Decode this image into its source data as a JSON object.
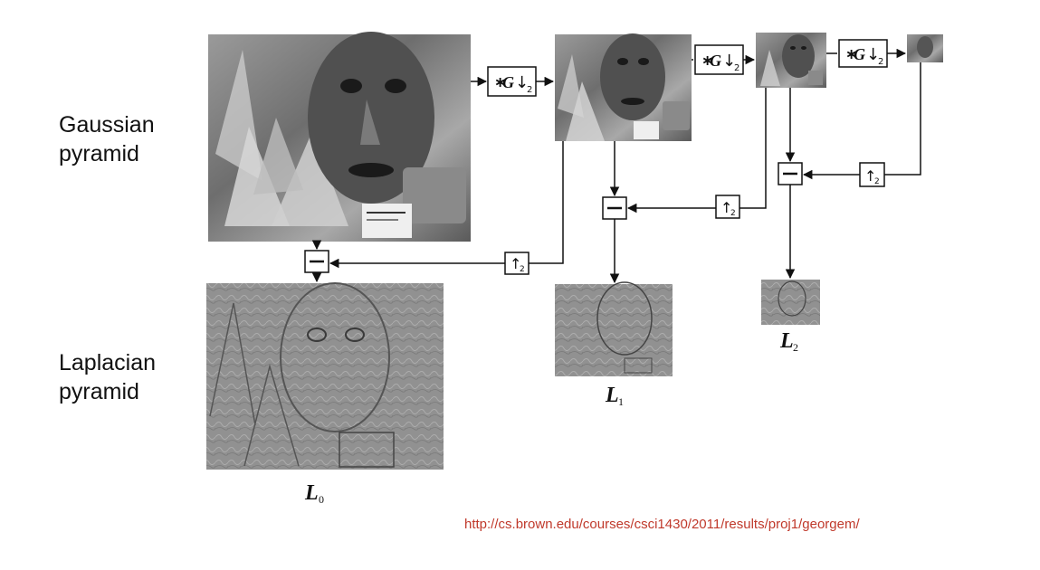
{
  "labels": {
    "gaussian_line1": "Gaussian",
    "gaussian_line2": "pyramid",
    "laplacian_line1": "Laplacian",
    "laplacian_line2": "pyramid"
  },
  "operators": {
    "down_star": "∗",
    "down_g": "G",
    "down_arrow": "↓",
    "down_sub": "2",
    "up_arrow": "↑",
    "up_sub": "2",
    "subtract": "—"
  },
  "laplacian_labels": [
    {
      "letter": "L",
      "sub": "0"
    },
    {
      "letter": "L",
      "sub": "1"
    },
    {
      "letter": "L",
      "sub": "2"
    }
  ],
  "source_url": "http://cs.brown.edu/courses/csci1430/2011/results/proj1/georgem/",
  "colors": {
    "url": "#c0392b",
    "ink": "#111111"
  }
}
